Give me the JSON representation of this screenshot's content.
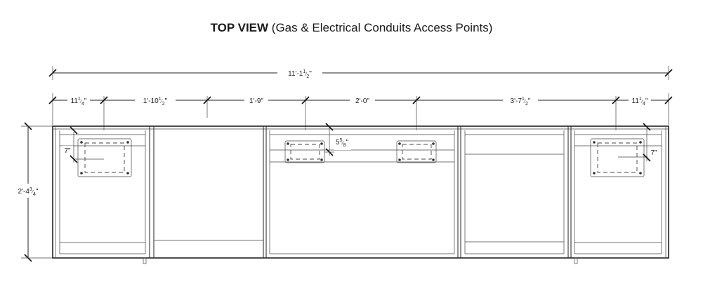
{
  "title": {
    "bold": "TOP VIEW",
    "rest": " (Gas & Electrical Conduits Access Points)"
  },
  "dimensions": {
    "overall": {
      "whole": "11'-1",
      "num": "1",
      "den": "2",
      "suffix": "\""
    },
    "segments": [
      {
        "whole": "11",
        "num": "1",
        "den": "4",
        "suffix": "\""
      },
      {
        "whole": "1'-10",
        "num": "1",
        "den": "2",
        "suffix": "\""
      },
      {
        "whole": "1'-9\"",
        "num": "",
        "den": "",
        "suffix": ""
      },
      {
        "whole": "2'-0\"",
        "num": "",
        "den": "",
        "suffix": ""
      },
      {
        "whole": "3'-7",
        "num": "1",
        "den": "2",
        "suffix": "\""
      },
      {
        "whole": "11",
        "num": "1",
        "den": "4",
        "suffix": "\""
      }
    ],
    "depth": {
      "whole": "2'-4",
      "num": "3",
      "den": "4",
      "suffix": "\""
    },
    "left_offset": "7\"",
    "right_offset": "7\"",
    "center_offset": {
      "whole": "5",
      "num": "5",
      "den": "8",
      "suffix": "\""
    }
  }
}
